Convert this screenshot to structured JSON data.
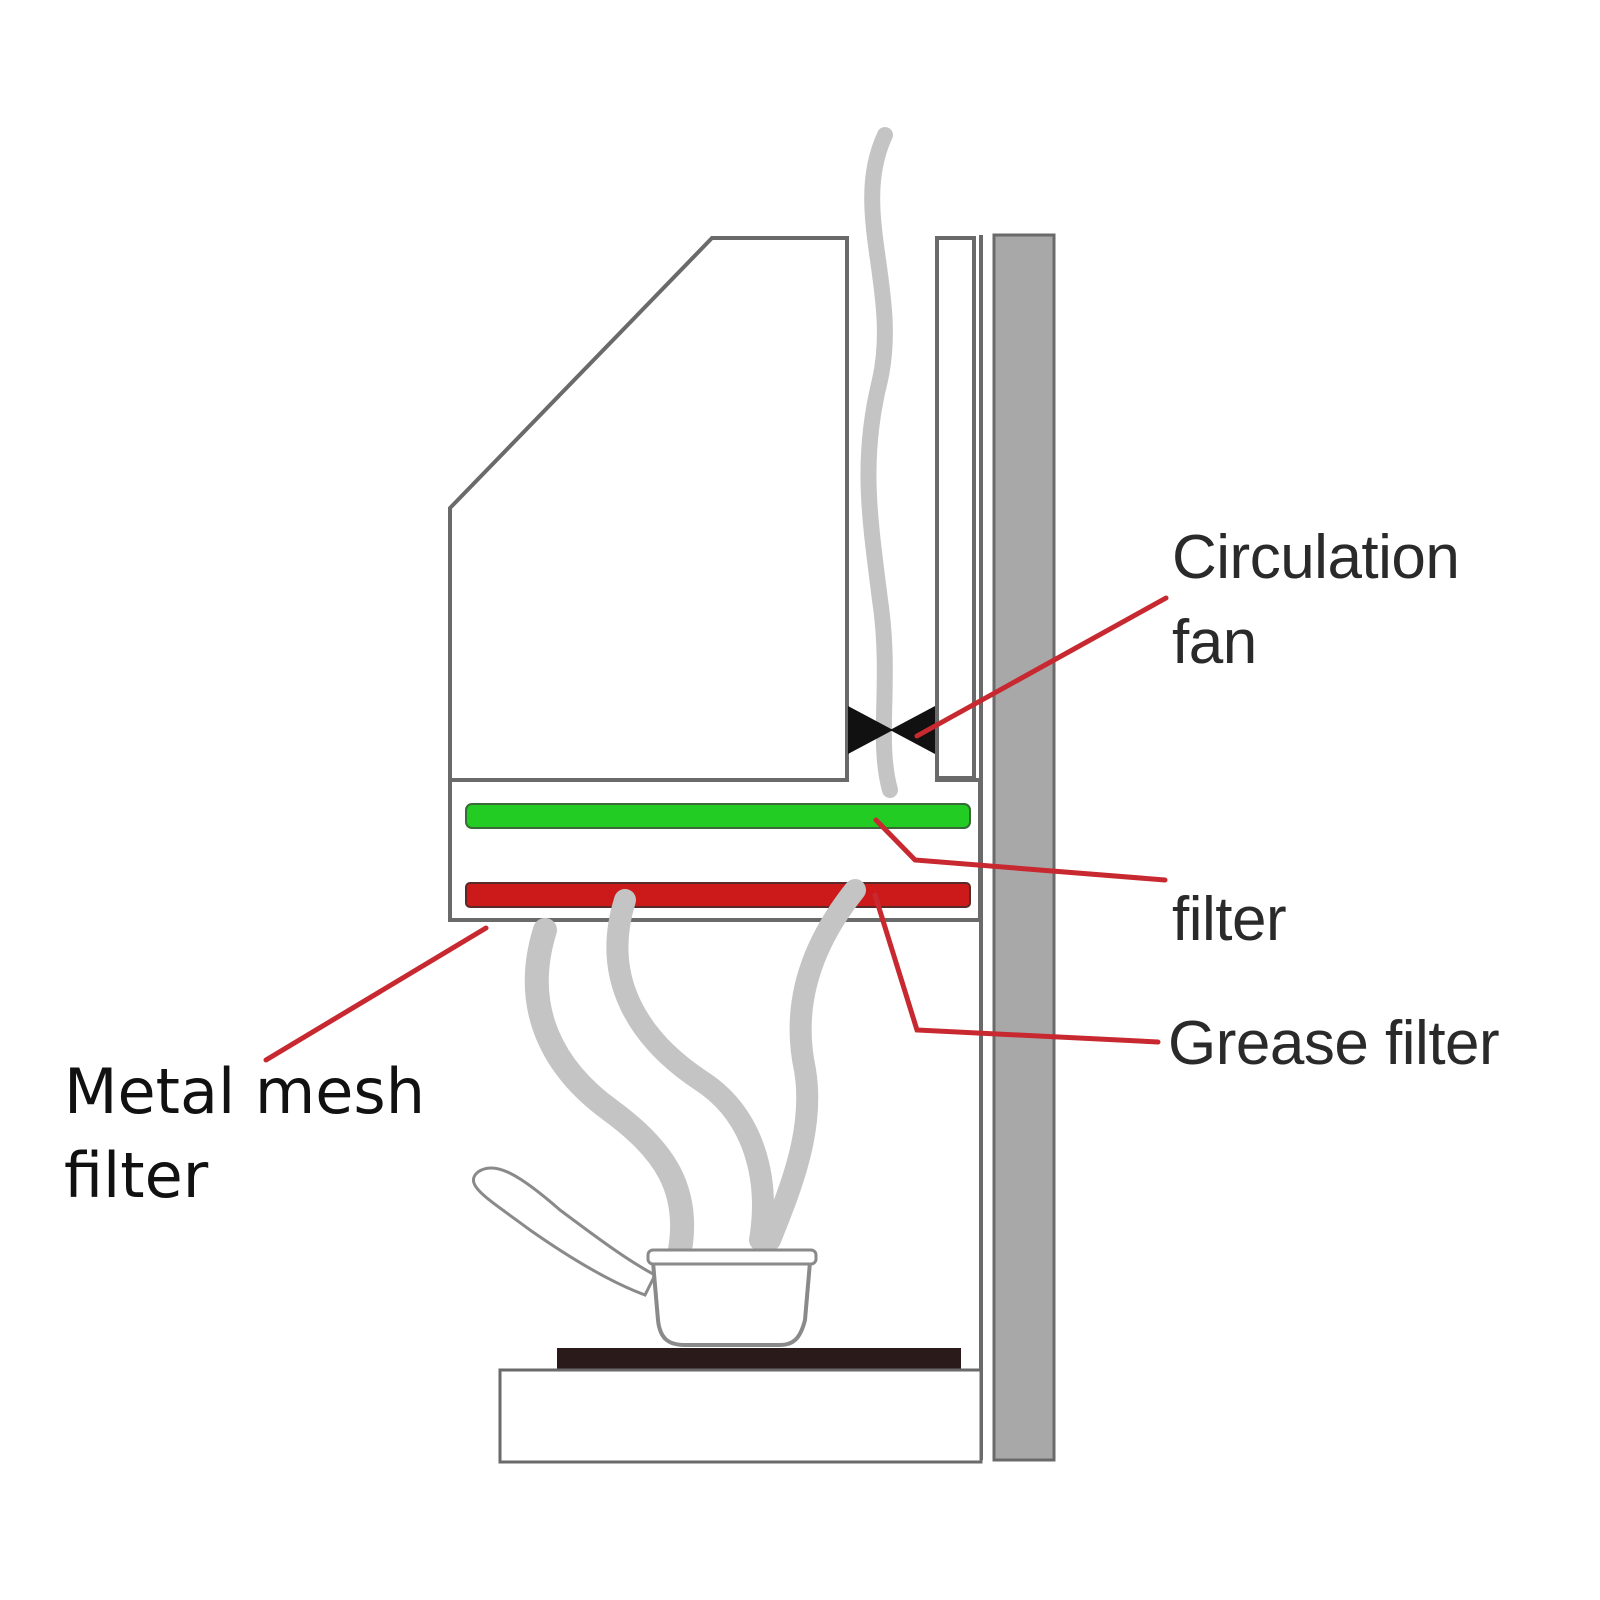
{
  "labels": {
    "circulation_fan_line1": "Circulation",
    "circulation_fan_line2": "fan",
    "filter": "filter",
    "grease_filter": "Grease filter",
    "metal_mesh_line1": "Metal mesh",
    "metal_mesh_line2": "filter"
  },
  "colors": {
    "carbon_filter": "#22cc22",
    "grease_filter": "#cc1a1a",
    "leader_line": "#c8282f",
    "smoke": "#c4c4c4",
    "wall": "#a8a8a8",
    "outline": "#6a6a6a",
    "hob": "#2a1a1a"
  }
}
